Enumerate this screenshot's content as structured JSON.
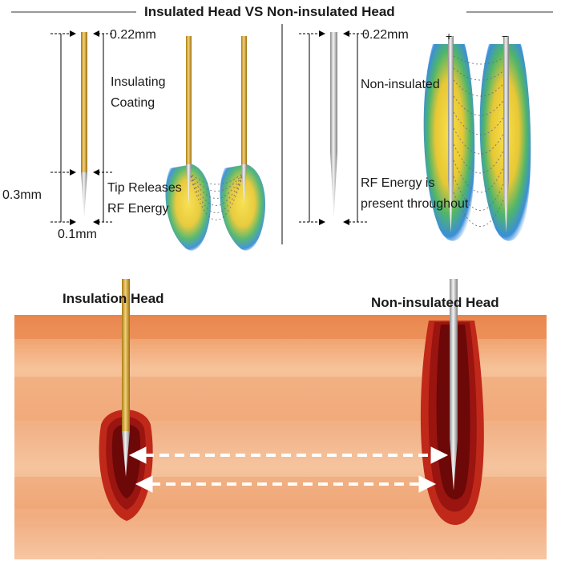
{
  "title": "Insulated Head VS Non-insulated Head",
  "top_left": {
    "width_top": "0.22mm",
    "coating_line1": "Insulating",
    "coating_line2": "Coating",
    "tip_line1": "Tip Releases",
    "tip_line2": "RF Energy",
    "length": "0.3mm",
    "width_tip": "0.1mm"
  },
  "top_right": {
    "width_top": "0.22mm",
    "non_insulated": "Non-insulated",
    "rf_line1": "RF Energy is",
    "rf_line2": "present throughout",
    "plus_sign": "+",
    "minus_sign": "−"
  },
  "bottom": {
    "insulation_head": "Insulation Head",
    "non_insulated_head": "Non-insulated Head"
  },
  "colors": {
    "gold": "#d4a52a",
    "silver": "#c8c8c8",
    "skin_light": "#f6c39a",
    "skin_mid": "#eea06e",
    "skin_dark": "#e07b45",
    "burn_dark": "#7a0a0a",
    "burn_red": "#c0281a",
    "heat_yellow": "#f3d23a",
    "heat_green": "#49b36a",
    "heat_blue": "#3a8fd6"
  }
}
